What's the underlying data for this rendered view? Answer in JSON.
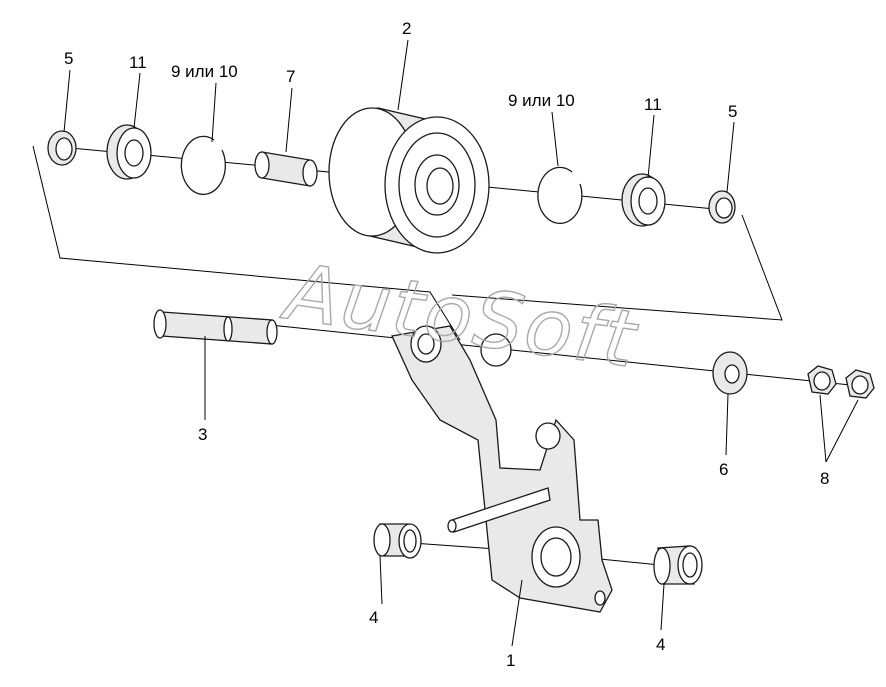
{
  "labels": {
    "p1": "1",
    "p2": "2",
    "p3": "3",
    "p4_left": "4",
    "p4_right": "4",
    "p5_left": "5",
    "p5_right": "5",
    "p6": "6",
    "p7": "7",
    "p8": "8",
    "p9_left": "9 или 10",
    "p9_right": "9 или 10",
    "p11_left": "11",
    "p11_right": "11"
  },
  "watermark": "AutoSoft"
}
